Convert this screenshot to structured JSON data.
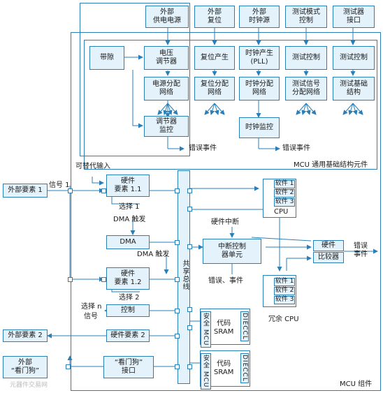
{
  "labels": {
    "ext_power": "外部\n供电电源",
    "ext_reset": "外部\n复位",
    "ext_clock": "外部\n时钟源",
    "test_mode": "测试模式\n控制",
    "test_iface": "测试器\n接口",
    "bandgap": "带隙",
    "voltage_reg": "电压\n调节器",
    "power_dist": "电源分配\n网络",
    "reg_monitor": "调节器\n监控",
    "reset_gen": "复位产生",
    "reset_dist": "复位分配\n网络",
    "clock_gen": "时钟产生\n(PLL)",
    "clock_dist": "时钟分配\n网络",
    "clock_monitor": "时钟监控",
    "test_ctrl1": "测试控制",
    "test_signal_dist": "测试信号\n分配网络",
    "test_ctrl2": "测试控制",
    "test_infra": "测试基础\n结构",
    "error_event_1": "错误事件",
    "error_event_2": "错误事件",
    "mcu_infra": "MCU 通用基础结构元件",
    "alt_input": "可替代输入",
    "ext_elem1": "外部要素 1",
    "signal1": "信号 1",
    "hw_elem11": "硬件\n要素 1.1",
    "select1": "选择 1",
    "dma_trigger": "DMA 触发",
    "dma": "DMA",
    "dma_trigger2": "DMA 触发",
    "hw_elem12": "硬件\n要素 1.2",
    "select2": "选择 2",
    "select_n": "选择 n",
    "signal_n": "信号",
    "control": "控制",
    "ext_elem2": "外部要素 2",
    "hw_elem2": "硬件要素 2",
    "ext_watchdog": "外部\n“看门狗”",
    "watchdog_iface": "“看门狗”\n接口",
    "shared_bus": "共享总线",
    "sw1": "软件 1",
    "sw2": "软件 2",
    "sw3": "软件 3",
    "cpu": "CPU",
    "hw_interrupt": "硬件中断",
    "irq_ctrl": "中断控制\n器单元",
    "error_event_3": "错误、事件",
    "hardware": "硬件",
    "comparator": "比较器",
    "error_event_4": "错误\n事件",
    "redundant_cpu": "冗余 CPU",
    "safety_mcu": "安全 MCU",
    "code_sram": "代码\nSRAM",
    "dieccl": "DIECCL",
    "mcu_component": "MCU 组件",
    "watermark": "元器件交易网"
  },
  "colors": {
    "stroke": "#2a7fb8",
    "fill": "#e4f2fb"
  }
}
